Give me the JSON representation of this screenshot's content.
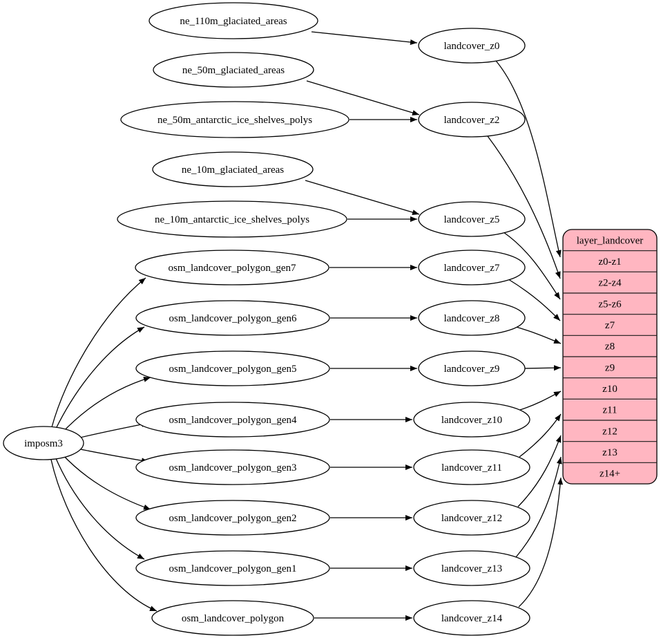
{
  "diagram": {
    "kind": "etl-flow-graph",
    "background": "#ffffff",
    "node_fill": "#ffffff",
    "record_fill": "#ffb6c1",
    "stroke": "#000000"
  },
  "nodes": {
    "importer": {
      "label": "imposm3"
    },
    "sources": [
      {
        "label": "ne_110m_glaciated_areas"
      },
      {
        "label": "ne_50m_glaciated_areas"
      },
      {
        "label": "ne_50m_antarctic_ice_shelves_polys"
      },
      {
        "label": "ne_10m_glaciated_areas"
      },
      {
        "label": "ne_10m_antarctic_ice_shelves_polys"
      },
      {
        "label": "osm_landcover_polygon_gen7"
      },
      {
        "label": "osm_landcover_polygon_gen6"
      },
      {
        "label": "osm_landcover_polygon_gen5"
      },
      {
        "label": "osm_landcover_polygon_gen4"
      },
      {
        "label": "osm_landcover_polygon_gen3"
      },
      {
        "label": "osm_landcover_polygon_gen2"
      },
      {
        "label": "osm_landcover_polygon_gen1"
      },
      {
        "label": "osm_landcover_polygon"
      }
    ],
    "stages": [
      {
        "label": "landcover_z0"
      },
      {
        "label": "landcover_z2"
      },
      {
        "label": "landcover_z5"
      },
      {
        "label": "landcover_z7"
      },
      {
        "label": "landcover_z8"
      },
      {
        "label": "landcover_z9"
      },
      {
        "label": "landcover_z10"
      },
      {
        "label": "landcover_z11"
      },
      {
        "label": "landcover_z12"
      },
      {
        "label": "landcover_z13"
      },
      {
        "label": "landcover_z14"
      }
    ],
    "record": {
      "title": "layer_landcover",
      "rows": [
        "z0-z1",
        "z2-z4",
        "z5-z6",
        "z7",
        "z8",
        "z9",
        "z10",
        "z11",
        "z12",
        "z13",
        "z14+"
      ]
    }
  },
  "edges": [
    {
      "from": "imposm3",
      "to": "osm_landcover_polygon_gen7"
    },
    {
      "from": "imposm3",
      "to": "osm_landcover_polygon_gen6"
    },
    {
      "from": "imposm3",
      "to": "osm_landcover_polygon_gen5"
    },
    {
      "from": "imposm3",
      "to": "osm_landcover_polygon_gen4"
    },
    {
      "from": "imposm3",
      "to": "osm_landcover_polygon_gen3"
    },
    {
      "from": "imposm3",
      "to": "osm_landcover_polygon_gen2"
    },
    {
      "from": "imposm3",
      "to": "osm_landcover_polygon_gen1"
    },
    {
      "from": "imposm3",
      "to": "osm_landcover_polygon"
    },
    {
      "from": "ne_110m_glaciated_areas",
      "to": "landcover_z0"
    },
    {
      "from": "ne_50m_glaciated_areas",
      "to": "landcover_z2"
    },
    {
      "from": "ne_50m_antarctic_ice_shelves_polys",
      "to": "landcover_z2"
    },
    {
      "from": "ne_10m_glaciated_areas",
      "to": "landcover_z5"
    },
    {
      "from": "ne_10m_antarctic_ice_shelves_polys",
      "to": "landcover_z5"
    },
    {
      "from": "osm_landcover_polygon_gen7",
      "to": "landcover_z7"
    },
    {
      "from": "osm_landcover_polygon_gen6",
      "to": "landcover_z8"
    },
    {
      "from": "osm_landcover_polygon_gen5",
      "to": "landcover_z9"
    },
    {
      "from": "osm_landcover_polygon_gen4",
      "to": "landcover_z10"
    },
    {
      "from": "osm_landcover_polygon_gen3",
      "to": "landcover_z11"
    },
    {
      "from": "osm_landcover_polygon_gen2",
      "to": "landcover_z12"
    },
    {
      "from": "osm_landcover_polygon_gen1",
      "to": "landcover_z13"
    },
    {
      "from": "osm_landcover_polygon",
      "to": "landcover_z14"
    },
    {
      "from": "landcover_z0",
      "to": "layer_landcover:z0-z1"
    },
    {
      "from": "landcover_z2",
      "to": "layer_landcover:z2-z4"
    },
    {
      "from": "landcover_z5",
      "to": "layer_landcover:z5-z6"
    },
    {
      "from": "landcover_z7",
      "to": "layer_landcover:z7"
    },
    {
      "from": "landcover_z8",
      "to": "layer_landcover:z8"
    },
    {
      "from": "landcover_z9",
      "to": "layer_landcover:z9"
    },
    {
      "from": "landcover_z10",
      "to": "layer_landcover:z10"
    },
    {
      "from": "landcover_z11",
      "to": "layer_landcover:z11"
    },
    {
      "from": "landcover_z12",
      "to": "layer_landcover:z12"
    },
    {
      "from": "landcover_z13",
      "to": "layer_landcover:z13"
    },
    {
      "from": "landcover_z14",
      "to": "layer_landcover:z14+"
    }
  ]
}
